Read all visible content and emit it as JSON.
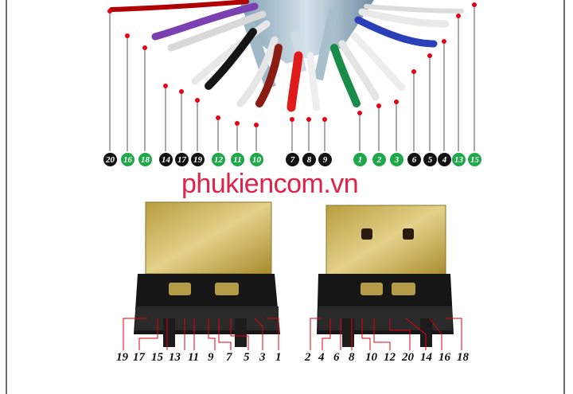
{
  "watermark": "phukiencom.vn",
  "colors": {
    "black_badge": "#111111",
    "green_badge": "#1fa84a",
    "pointer": "#e60012",
    "gold": "#c9b25a"
  },
  "wire_labels": [
    {
      "text": "20",
      "color": "black"
    },
    {
      "text": "16",
      "color": "green"
    },
    {
      "text": "18",
      "color": "green"
    },
    {
      "text": "14",
      "color": "black"
    },
    {
      "text": "17",
      "color": "black"
    },
    {
      "text": "19",
      "color": "black"
    },
    {
      "text": "12",
      "color": "green"
    },
    {
      "text": "11",
      "color": "green"
    },
    {
      "text": "10",
      "color": "green"
    },
    {
      "text": "7",
      "color": "black"
    },
    {
      "text": "8",
      "color": "black"
    },
    {
      "text": "9",
      "color": "black"
    },
    {
      "text": "1",
      "color": "green"
    },
    {
      "text": "2",
      "color": "green"
    },
    {
      "text": "3",
      "color": "green"
    },
    {
      "text": "6",
      "color": "black"
    },
    {
      "text": "5",
      "color": "black"
    },
    {
      "text": "4",
      "color": "black"
    },
    {
      "text": "13",
      "color": "green"
    },
    {
      "text": "15",
      "color": "green"
    }
  ],
  "left_connector_pins": [
    "19",
    "17",
    "15",
    "13",
    "11",
    "9",
    "7",
    "5",
    "3",
    "1"
  ],
  "right_connector_pins": [
    "2",
    "4",
    "6",
    "8",
    "10",
    "12",
    "20",
    "14",
    "16",
    "18"
  ]
}
